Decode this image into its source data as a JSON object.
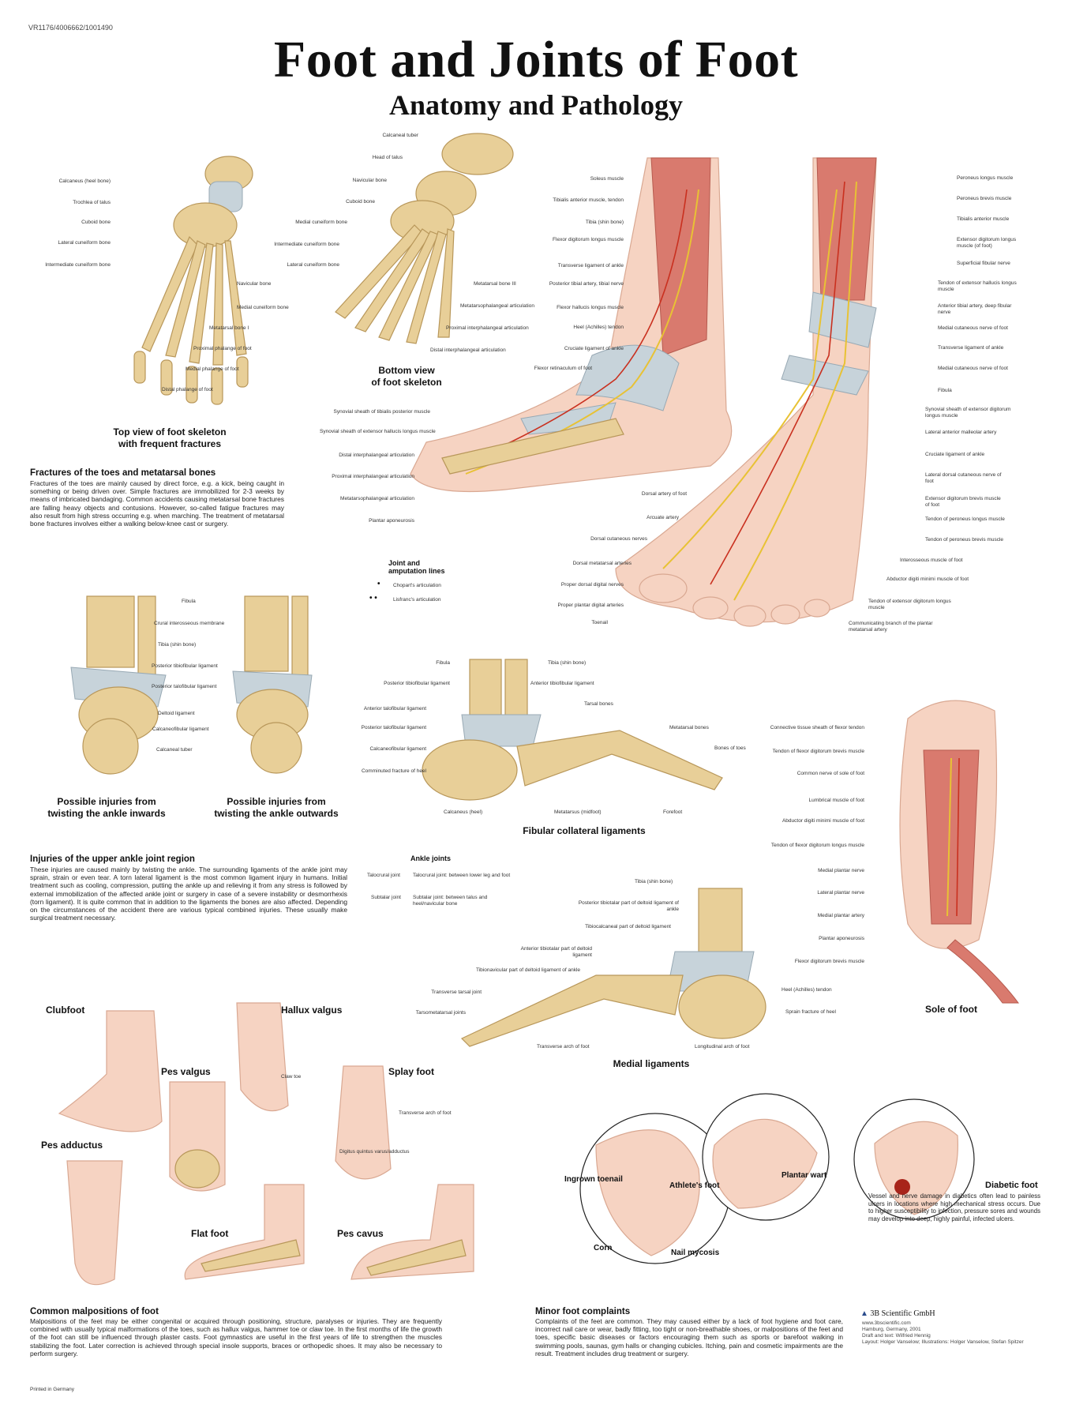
{
  "header": {
    "code": "VR1176/4006662/1001490",
    "title": "Foot and Joints of Foot",
    "subtitle": "Anatomy and Pathology"
  },
  "captions": {
    "top_view": "Top view of foot skeleton\nwith frequent fractures",
    "bottom_view": "Bottom view\nof foot skeleton",
    "inward": "Possible injuries from\ntwisting the ankle inwards",
    "outward": "Possible injuries from\ntwisting the ankle outwards",
    "fibular": "Fibular collateral ligaments",
    "medial": "Medial ligaments",
    "sole": "Sole of foot"
  },
  "labels": {
    "top_view": [
      "Calcaneus (heel bone)",
      "Trochlea of talus",
      "Cuboid bone",
      "Lateral cuneiform bone",
      "Intermediate cuneiform bone",
      "Navicular bone",
      "Medial cuneiform bone",
      "Metatarsal bone I",
      "Proximal phalange of foot",
      "Medial phalange of foot",
      "Distal phalange of foot"
    ],
    "bottom_view": [
      "Calcaneal tuber",
      "Head of talus",
      "Navicular bone",
      "Cuboid bone",
      "Medial cuneiform bone",
      "Intermediate cuneiform bone",
      "Lateral cuneiform bone",
      "Metatarsal bone III",
      "Metatarsophalangeal articulation",
      "Proximal interphalangeal articulation",
      "Distal interphalangeal articulation"
    ],
    "side_left": [
      "Soleus muscle",
      "Tibialis anterior muscle, tendon",
      "Tibia (shin bone)",
      "Flexor digitorum longus muscle",
      "Transverse ligament of ankle",
      "Posterior tibial artery, tibial nerve",
      "Flexor hallucis longus muscle",
      "Heel (Achilles) tendon",
      "Cruciate ligament of ankle",
      "Flexor retinaculum of foot",
      "Synovial sheath of tibialis posterior muscle",
      "Synovial sheath of extensor hallucis longus muscle",
      "Distal interphalangeal articulation",
      "Proximal interphalangeal articulation",
      "Metatarsophalangeal articulation",
      "Plantar aponeurosis"
    ],
    "front_right": [
      "Peroneus longus muscle",
      "Peroneus brevis muscle",
      "Tibialis anterior muscle",
      "Extensor digitorum longus muscle (of foot)",
      "Superficial fibular nerve",
      "Tendon of extensor hallucis longus muscle",
      "Anterior tibial artery, deep fibular nerve",
      "Medial cutaneous nerve of foot",
      "Transverse ligament of ankle",
      "Medial cutaneous nerve of foot",
      "Fibula",
      "Synovial sheath of extensor digitorum longus muscle",
      "Lateral anterior malleolar artery",
      "Cruciate ligament of ankle",
      "Lateral dorsal cutaneous nerve of foot",
      "Extensor digitorum brevis muscle of foot",
      "Tendon of peroneus longus muscle",
      "Tendon of peroneus brevis muscle",
      "Interosseous muscle of foot",
      "Abductor digiti minimi muscle of foot",
      "Tendon of extensor digitorum longus muscle",
      "Communicating branch of the plantar metatarsal artery"
    ],
    "front_left": [
      "Dorsal artery of foot",
      "Arcuate artery",
      "Dorsal cutaneous nerves",
      "Dorsal metatarsal arteries",
      "Proper dorsal digital nerves",
      "Proper plantar digital arteries",
      "Toenail"
    ],
    "joint_legend": {
      "title": "Joint and amputation lines",
      "items": [
        {
          "marker": "•",
          "text": "Chopart's articulation"
        },
        {
          "marker": "• •",
          "text": "Lisfranc's articulation"
        }
      ]
    },
    "ankle_pair": [
      "Fibula",
      "Crural interosseous membrane",
      "Tibia (shin bone)",
      "Posterior tibiofibular ligament",
      "Posterior talofibular ligament",
      "Deltoid ligament",
      "Calcaneofibular ligament",
      "Calcaneal tuber"
    ],
    "fibular": [
      "Fibula",
      "Tibia (shin bone)",
      "Posterior tibiofibular ligament",
      "Anterior tibiofibular ligament",
      "Anterior talofibular ligament",
      "Tarsal bones",
      "Posterior talofibular ligament",
      "Metatarsal bones",
      "Calcaneofibular ligament",
      "Bones of toes",
      "Comminuted fracture of heel",
      "Calcaneus (heel)",
      "Metatarsus (midfoot)",
      "Forefoot"
    ],
    "medial": [
      "Tibia (shin bone)",
      "Posterior tibiotalar part of deltoid ligament of ankle",
      "Tibiocalcaneal part of deltoid ligament",
      "Anterior tibiotalar part of deltoid ligament",
      "Tibionavicular part of deltoid ligament of ankle",
      "Transverse tarsal joint",
      "Tarsometatarsal joints",
      "Heel (Achilles) tendon",
      "Sprain fracture of heel",
      "Transverse arch of foot",
      "Longitudinal arch of foot"
    ],
    "sole": [
      "Connective tissue sheath of flexor tendon",
      "Tendon of flexor digitorum brevis muscle",
      "Common nerve of sole of foot",
      "Lumbrical muscle of foot",
      "Abductor digiti minimi muscle of foot",
      "Tendon of flexor digitorum longus muscle",
      "Medial plantar nerve",
      "Lateral plantar nerve",
      "Medial plantar artery",
      "Plantar aponeurosis",
      "Flexor digitorum brevis muscle"
    ],
    "splay": "Transverse arch of foot",
    "hallux": "Claw toe",
    "splay_bottom": "Digitus quintus varus/adductus"
  },
  "ankle_joints": {
    "title": "Ankle joints",
    "rows": [
      {
        "name": "Talocrural joint",
        "text": "Talocrural joint: between lower leg and foot"
      },
      {
        "name": "Subtalar joint",
        "text": "Subtalar joint: between talus and heel/navicular bone"
      }
    ]
  },
  "sections": {
    "fractures": {
      "title": "Fractures of the toes and metatarsal bones",
      "text": "Fractures of the toes are mainly caused by direct force, e.g. a kick, being caught in something or being driven over. Simple fractures are immobilized for 2-3 weeks by means of imbricated bandaging. Common accidents causing metatarsal bone fractures are falling heavy objects and contusions. However, so-called fatigue fractures may also result from high stress occurring e.g. when marching. The treatment of metatarsal bone fractures involves either a walking below-knee cast or surgery."
    },
    "upper_ankle": {
      "title": "Injuries of the upper ankle joint region",
      "text": "These injuries are caused mainly by twisting the ankle. The surrounding ligaments of the ankle joint may sprain, strain or even tear. A torn lateral ligament is the most common ligament injury in humans. Initial treatment such as cooling, compression, putting the ankle up and relieving it from any stress is followed by external immobilization of the affected ankle joint or surgery in case of a severe instability or desmorrhexis (torn ligament). It is quite common that in addition to the ligaments the bones are also affected. Depending on the circumstances of the accident there are various typical combined injuries. These usually make surgical treatment necessary."
    },
    "malpositions": {
      "title": "Common malpositions of foot",
      "text": "Malpositions of the feet may be either congenital or acquired through positioning, structure, paralyses or injuries. They are frequently combined with usually typical malformations of the toes, such as hallux valgus, hammer toe or claw toe. In the first months of life the growth of the foot can still be influenced through plaster casts. Foot gymnastics are useful in the first years of life to strengthen the muscles stabilizing the foot. Later correction is achieved through special insole supports, braces or orthopedic shoes. It may also be necessary to perform surgery.",
      "printed": "Printed in Germany"
    },
    "minor": {
      "title": "Minor foot complaints",
      "text": "Complaints of the feet are common. They may caused either by a lack of foot hygiene and foot care, incorrect nail care or wear, badly fitting, too tight or non-breathable shoes, or malpositions of the feet and toes, specific basic diseases or factors encouraging them such as sports or barefoot walking in swimming pools, saunas, gym halls or changing cubicles. Itching, pain and cosmetic impairments are the result. Treatment includes drug treatment or surgery."
    },
    "diabetic": {
      "title": "Diabetic foot",
      "text": "Vessel and nerve damage in diabetics often lead to painless ulcers in locations where high mechanical stress occurs. Due to higher susceptibility to infection, pressure sores and wounds may develop into deep, highly painful, infected ulcers."
    }
  },
  "malposition_names": [
    "Clubfoot",
    "Hallux valgus",
    "Pes valgus",
    "Splay foot",
    "Pes adductus",
    "Flat foot",
    "Pes cavus"
  ],
  "complaints": [
    "Ingrown toenail",
    "Athlete's foot",
    "Plantar wart",
    "Corn",
    "Nail mycosis"
  ],
  "footer": {
    "logo": "3B Scientific GmbH",
    "credits": [
      "www.3bscientific.com",
      "Hamburg, Germany, 2001",
      "Draft and text: Wilfried Hennig",
      "Layout: Holger Vanselow; Illustrations: Holger Vanselow, Stefan Spitzer"
    ]
  },
  "colors": {
    "bone": "#e8cf98",
    "ligament": "#c7d3da",
    "muscle": "#d97a6e",
    "skin": "#f6d3c2",
    "nerve": "#e8c234",
    "artery": "#c9301f"
  }
}
